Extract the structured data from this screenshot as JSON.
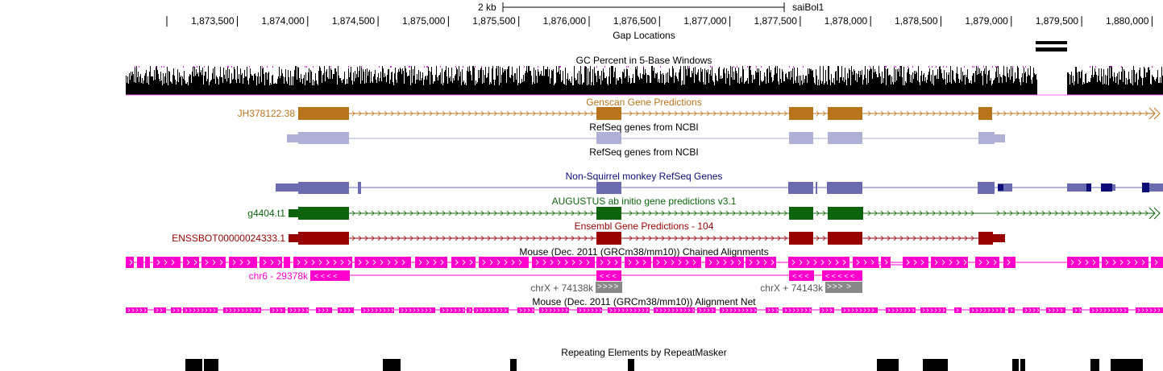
{
  "scale": {
    "label": "2 kb",
    "assembly": "saiBol1"
  },
  "ruler": {
    "ticks": [
      "1,873,500",
      "1,874,000",
      "1,874,500",
      "1,875,000",
      "1,875,500",
      "1,876,000",
      "1,876,500",
      "1,877,000",
      "1,877,500",
      "1,878,000",
      "1,878,500",
      "1,879,000",
      "1,879,500",
      "1,880,000"
    ]
  },
  "tracks": {
    "gaps": {
      "title": "Gap Locations"
    },
    "gc": {
      "title": "GC Percent in 5-Base Windows"
    },
    "genscan": {
      "title": "Genscan Gene Predictions",
      "item": "JH378122.38",
      "color": "#b8741a"
    },
    "refseq1": {
      "title": "RefSeq genes from NCBI",
      "color": "#aeb0d6"
    },
    "refseq2": {
      "title": "RefSeq genes from NCBI"
    },
    "xeno": {
      "title": "Non-Squirrel monkey RefSeq Genes",
      "color": "#6b6cb0",
      "dark": "#0c0c78"
    },
    "augustus": {
      "title": "AUGUSTUS ab initio gene predictions v3.1",
      "item": "g4404.t1",
      "color": "#0c640c"
    },
    "ensembl": {
      "title": "Ensembl Gene Predictions - 104",
      "item": "ENSSBOT00000024333.1",
      "color": "#960000"
    },
    "chain": {
      "title": "Mouse (Dec. 2011 (GRCm38/mm10)) Chained Alignments",
      "item1": "chr6 - 29378k",
      "item2": "chrX + 74138k",
      "item3": "chrX + 74143k",
      "color": "#ff00cc"
    },
    "net": {
      "title": "Mouse (Dec. 2011 (GRCm38/mm10)) Alignment Net"
    },
    "rmsk": {
      "title": "Repeating Elements by RepeatMasker"
    }
  }
}
